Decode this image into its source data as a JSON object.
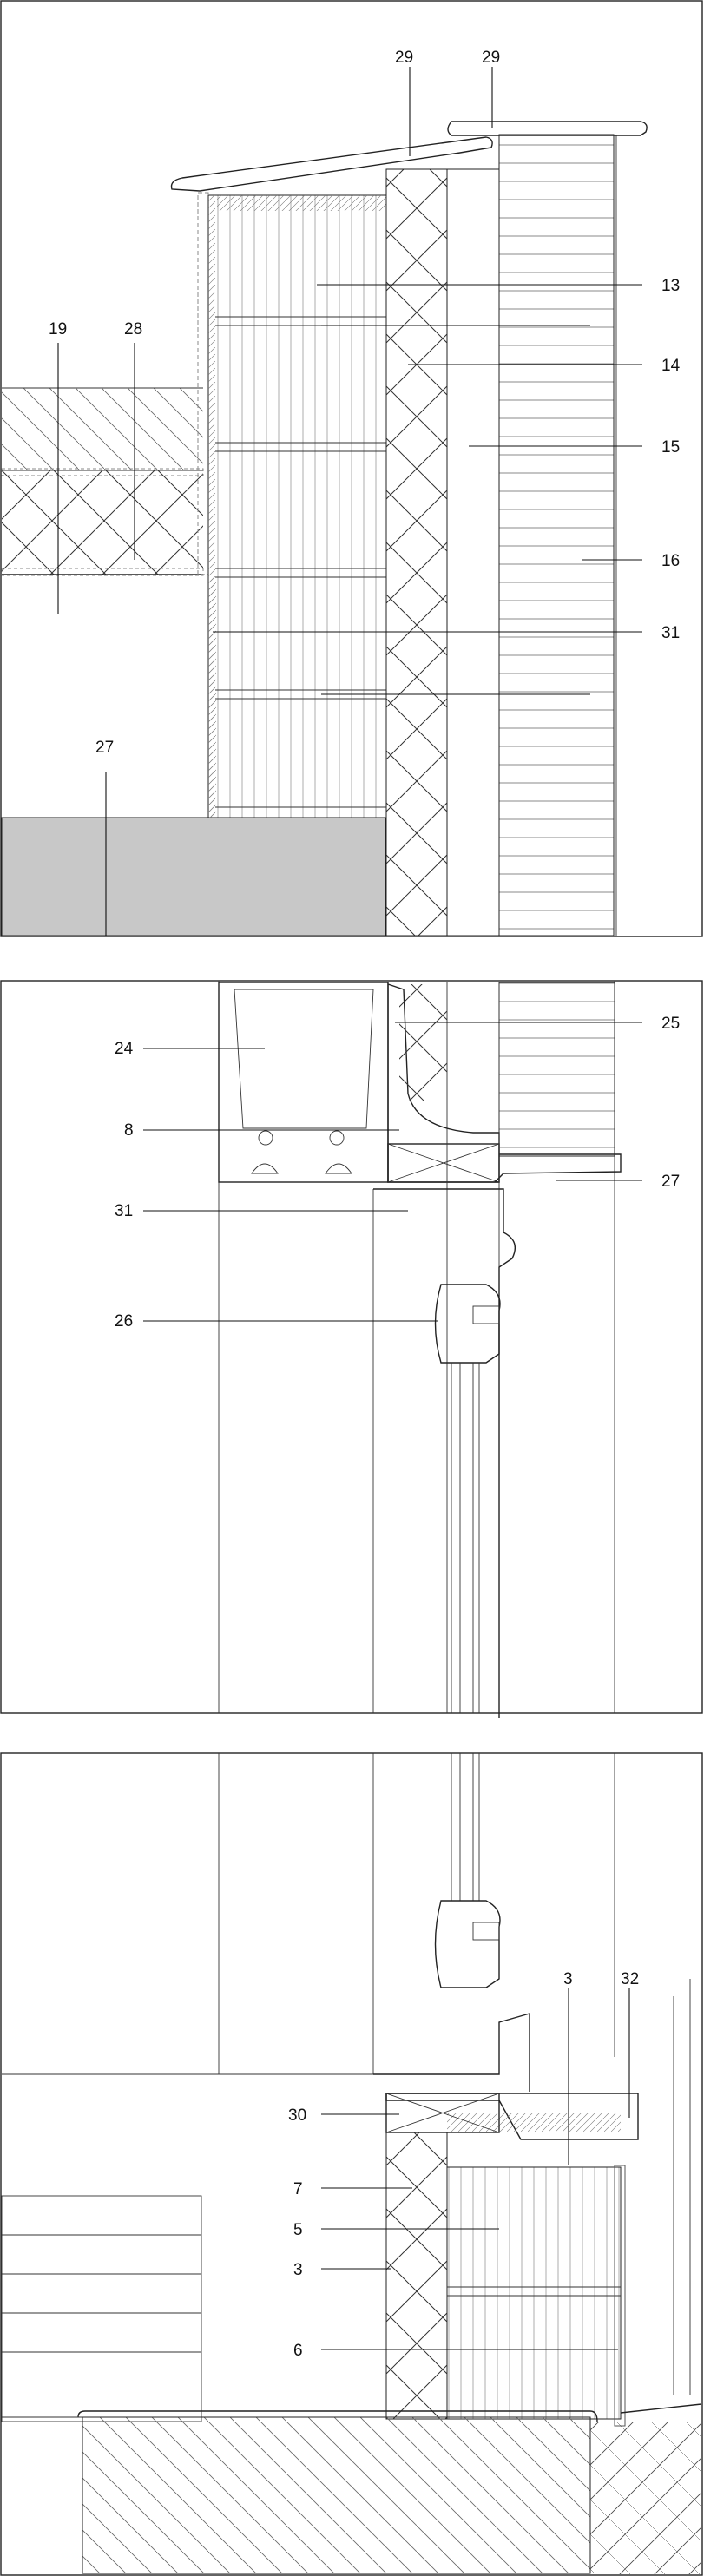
{
  "panels": [
    {
      "name": "upper-detail",
      "labels": [
        {
          "id": "l29a",
          "text": "29"
        },
        {
          "id": "l29b",
          "text": "29"
        },
        {
          "id": "l13",
          "text": "13"
        },
        {
          "id": "l14",
          "text": "14"
        },
        {
          "id": "l15",
          "text": "15"
        },
        {
          "id": "l16",
          "text": "16"
        },
        {
          "id": "l31",
          "text": "31"
        },
        {
          "id": "l19",
          "text": "19"
        },
        {
          "id": "l28",
          "text": "28"
        },
        {
          "id": "l27",
          "text": "27"
        }
      ]
    },
    {
      "name": "middle-detail",
      "labels": [
        {
          "id": "m24",
          "text": "24"
        },
        {
          "id": "m8",
          "text": "8"
        },
        {
          "id": "m31",
          "text": "31"
        },
        {
          "id": "m26",
          "text": "26"
        },
        {
          "id": "m25",
          "text": "25"
        },
        {
          "id": "m27",
          "text": "27"
        }
      ]
    },
    {
      "name": "lower-detail",
      "labels": [
        {
          "id": "b3a",
          "text": "3"
        },
        {
          "id": "b32",
          "text": "32"
        },
        {
          "id": "b30",
          "text": "30"
        },
        {
          "id": "b7",
          "text": "7"
        },
        {
          "id": "b5",
          "text": "5"
        },
        {
          "id": "b3b",
          "text": "3"
        },
        {
          "id": "b6",
          "text": "6"
        }
      ]
    }
  ],
  "colors": {
    "line": "#222222",
    "concrete_fill": "#c8c8c8",
    "background": "#ffffff"
  }
}
